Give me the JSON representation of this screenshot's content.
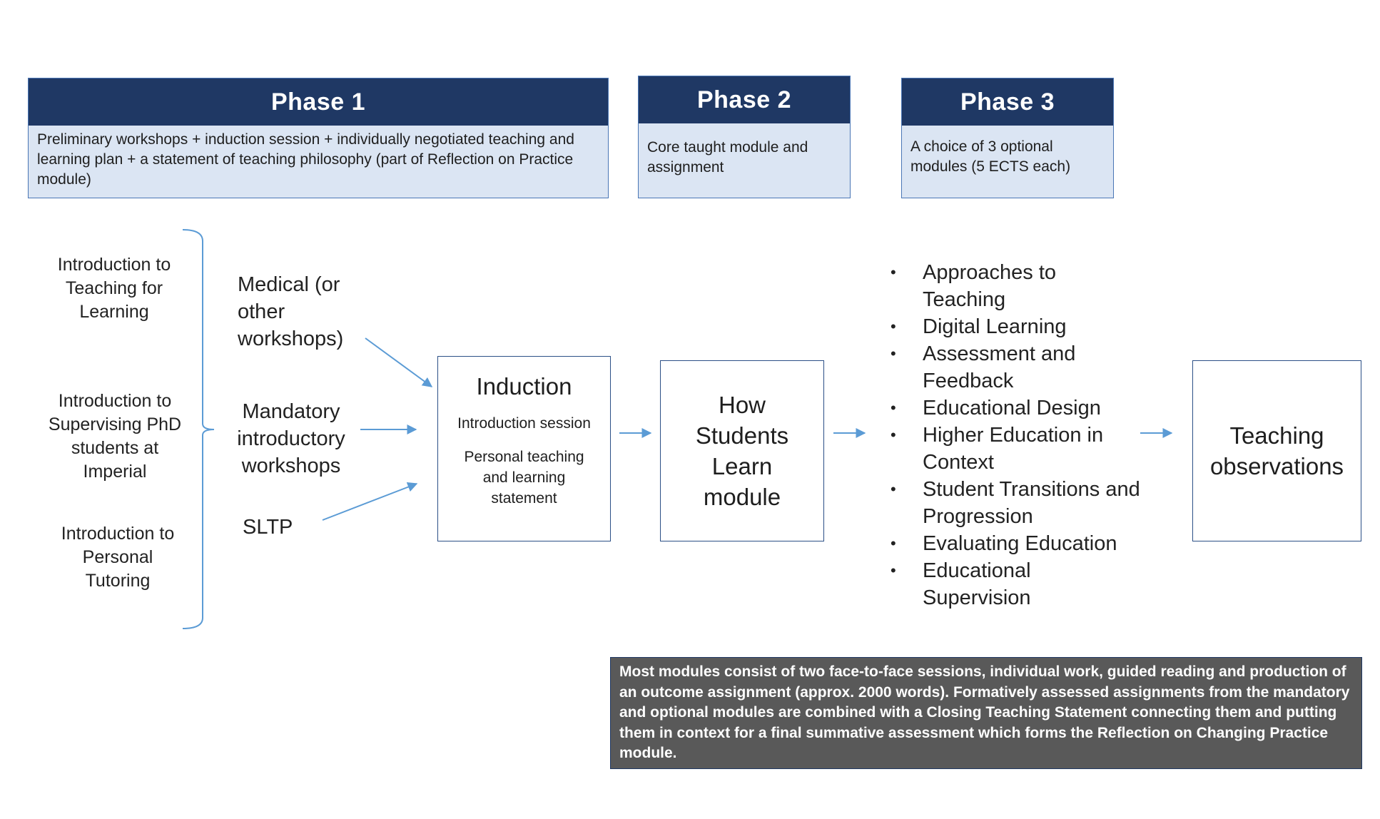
{
  "phases": [
    {
      "title": "Phase 1",
      "body": "Preliminary workshops + induction session + individually negotiated teaching and learning plan + a statement of teaching philosophy (part of Reflection on Practice module)"
    },
    {
      "title": "Phase 2",
      "body": "Core taught module and assignment"
    },
    {
      "title": "Phase 3",
      "body": "A choice of 3 optional modules (5 ECTS each)"
    }
  ],
  "left_items": [
    "Introduction to Teaching for Learning",
    "Introduction to Supervising PhD students at Imperial",
    "Introduction to Personal Tutoring"
  ],
  "workshops": [
    "Medical (or other workshops)",
    "Mandatory introductory workshops",
    "SLTP"
  ],
  "induction": {
    "title": "Induction",
    "item1": "Introduction session",
    "item2": "Personal teaching and learning statement"
  },
  "core_module": "How Students Learn module",
  "optional_modules": [
    "Approaches to Teaching",
    "Digital Learning",
    "Assessment and Feedback",
    "Educational Design",
    "Higher Education in Context",
    "Student Transitions and Progression",
    "Evaluating Education",
    "Educational Supervision"
  ],
  "final_box": "Teaching observations",
  "note": "Most modules consist of two face-to-face sessions, individual work, guided reading and production of an outcome assignment (approx. 2000 words). Formatively assessed assignments from the mandatory and optional modules are combined with a Closing Teaching Statement connecting them and putting them in context for a final summative assessment which forms the Reflection on Changing Practice module.",
  "colors": {
    "header": "#1f3864",
    "panel": "#dbe5f3",
    "arrow": "#5b9bd5",
    "note_bg": "#595959"
  }
}
